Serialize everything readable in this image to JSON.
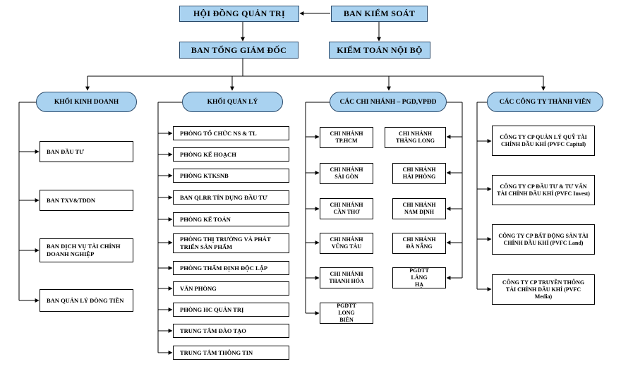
{
  "top": {
    "hoi_dong_quan_tri": "HỘI ĐỒNG QUẢN TRỊ",
    "ban_kiem_soat": "BAN KIỂM SOÁT",
    "ban_tong_giam_doc": "BAN TỔNG GIÁM ĐỐC",
    "kiem_toan_noi_bo": "KIỂM TOÁN NỘI BỘ"
  },
  "khoi_kinh_doanh": {
    "title": "KHỐI KINH DOANH",
    "items": [
      "BAN ĐẦU TƯ",
      "BAN TXV&TDDN",
      "BAN DỊCH VỤ TÀI CHÍNH DOANH NGHIỆP",
      "BAN QUẢN LÝ DÒNG TIỀN"
    ]
  },
  "khoi_quan_ly": {
    "title": "KHỐI QUẢN LÝ",
    "items": [
      "PHÒNG TỔ CHỨC NS & TL",
      "PHÒNG KẾ HOẠCH",
      "PHÒNG KTKSNB",
      "BAN QLRR TÍN DỤNG ĐẦU TƯ",
      "PHÒNG KẾ TOÁN",
      "PHÒNG THỊ TRƯỜNG VÀ PHÁT TRIỂN SẢN PHẨM",
      "PHÒNG THẨM ĐỊNH ĐỘC LẬP",
      "VĂN PHÒNG",
      "PHÒNG HC QUẢN TRỊ",
      "TRUNG TÂM ĐÀO TẠO",
      "TRUNG TÂM THÔNG TIN"
    ]
  },
  "chi_nhanh": {
    "title": "CÁC CHI NHÁNH – PGD,VPĐD",
    "left": [
      "CHI NHÁNH TP.HCM",
      "CHI NHÁNH SÀI GÒN",
      "CHI NHÁNH CẦN THƠ",
      "CHI NHÁNH VŨNG TÀU",
      "CHI NHÁNH THANH HÓA",
      "PGDTT LONG BIÊN"
    ],
    "right": [
      "CHI NHÁNH THĂNG LONG",
      "CHI NHÁNH HẢI PHÒNG",
      "CHI NHÁNH NAM ĐỊNH",
      "CHI NHÁNH ĐÀ NẴNG",
      "PGDTT LÁNG HẠ"
    ]
  },
  "cong_ty": {
    "title": "CÁC CÔNG TY THÀNH VIÊN",
    "items": [
      "CÔNG TY CP QUẢN LÝ QUỸ TÀI CHÍNH DẦU KHÍ (PVFC Capital)",
      "CÔNG TY CP ĐẦU TƯ & TƯ VẤN TÀI CHÍNH DẦU KHÍ (PVFC Invest)",
      "CÔNG TY CP BẤT ĐỘNG SẢN TÀI CHÍNH DẦU KHÍ (PVFC Land)",
      "CÔNG TY CP TRUYỀN THÔNG TÀI CHÍNH DẦU KHÍ (PVFC Media)"
    ]
  },
  "colors": {
    "header_fill": "#a9d2f0",
    "line": "#000000"
  }
}
